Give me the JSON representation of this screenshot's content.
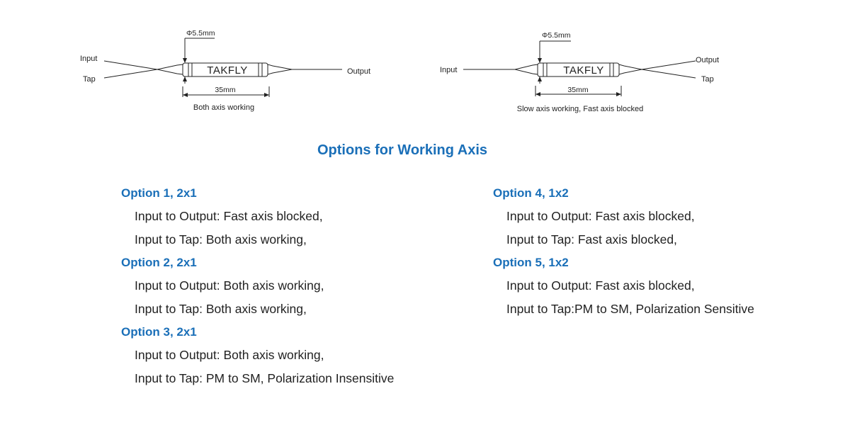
{
  "diagram_left": {
    "dimension_dia": "Φ5.5mm",
    "brand": "TAKFLY",
    "length": "35mm",
    "input_label": "Input",
    "tap_label": "Tap",
    "output_label": "Output",
    "caption": "Both axis working"
  },
  "diagram_right": {
    "dimension_dia": "Φ5.5mm",
    "brand": "TAKFLY",
    "length": "35mm",
    "input_label": "Input",
    "output_label": "Output",
    "tap_label": "Tap",
    "caption": "Slow axis working, Fast axis blocked"
  },
  "title": "Options for Working Axis",
  "options_left": [
    {
      "title": "Option 1, 2x1",
      "lines": [
        "Input to Output: Fast axis blocked,",
        "Input to Tap: Both axis working,"
      ]
    },
    {
      "title": "Option 2, 2x1",
      "lines": [
        "Input to Output: Both axis working,",
        "Input to Tap: Both axis working,"
      ]
    },
    {
      "title": "Option 3, 2x1",
      "lines": [
        "Input to Output: Both axis working,",
        "Input to Tap: PM to SM, Polarization Insensitive"
      ]
    }
  ],
  "options_right": [
    {
      "title": "Option 4, 1x2",
      "lines": [
        "Input to Output: Fast axis blocked,",
        "Input to Tap: Fast axis blocked,"
      ]
    },
    {
      "title": "Option 5, 1x2",
      "lines": [
        "Input to Output: Fast axis blocked,",
        "Input to Tap:PM to SM, Polarization Sensitive"
      ]
    }
  ],
  "colors": {
    "accent": "#1a6fb8",
    "text": "#222222",
    "background": "#ffffff"
  }
}
